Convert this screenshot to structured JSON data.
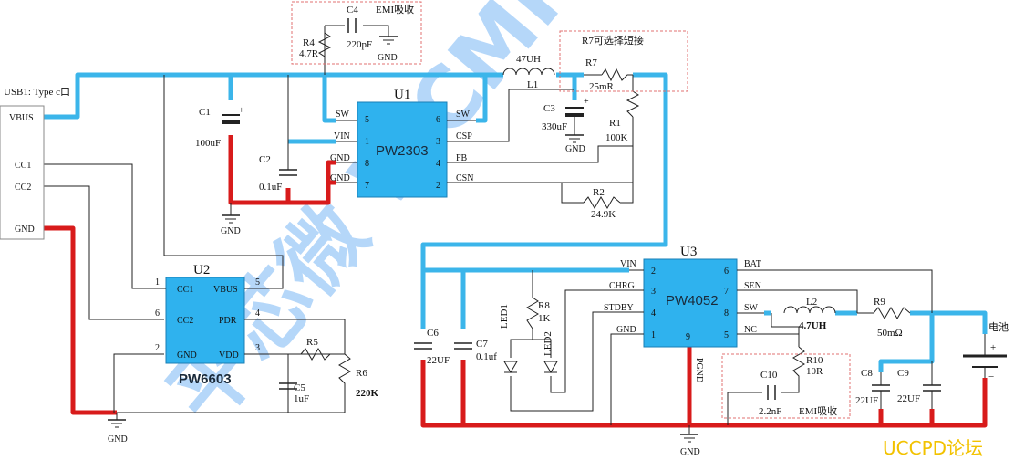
{
  "watermark": {
    "text": "平芯微 WCMP.COM"
  },
  "footer": {
    "forum": "UCCPD论坛"
  },
  "usb": {
    "label": "USB1: Type c口",
    "pins": [
      "VBUS",
      "CC1",
      "CC2",
      "GND"
    ]
  },
  "u1": {
    "ref": "U1",
    "name": "PW2303",
    "pins_left": [
      {
        "n": "5",
        "name": "SW"
      },
      {
        "n": "1",
        "name": "VIN"
      },
      {
        "n": "8",
        "name": "GND"
      },
      {
        "n": "7",
        "name": "GND"
      }
    ],
    "pins_right": [
      {
        "n": "6",
        "name": "SW"
      },
      {
        "n": "3",
        "name": "CSP"
      },
      {
        "n": "4",
        "name": "FB"
      },
      {
        "n": "2",
        "name": "CSN"
      }
    ]
  },
  "u2": {
    "ref": "U2",
    "name": "PW6603",
    "pins_left": [
      {
        "n": "1",
        "name": "CC1"
      },
      {
        "n": "6",
        "name": "CC2"
      },
      {
        "n": "2",
        "name": "GND"
      }
    ],
    "pins_right": [
      {
        "n": "5",
        "name": "VBUS"
      },
      {
        "n": "4",
        "name": "PDR"
      },
      {
        "n": "3",
        "name": "VDD"
      }
    ]
  },
  "u3": {
    "ref": "U3",
    "name": "PW4052",
    "pins_left": [
      {
        "n": "2",
        "name": "VIN"
      },
      {
        "n": "3",
        "name": "CHRG"
      },
      {
        "n": "4",
        "name": "STDBY"
      },
      {
        "n": "1",
        "name": "GND"
      }
    ],
    "pins_right": [
      {
        "n": "6",
        "name": "BAT"
      },
      {
        "n": "7",
        "name": "SEN"
      },
      {
        "n": "8",
        "name": "SW"
      },
      {
        "n": "5",
        "name": "NC"
      }
    ],
    "pin_bottom": {
      "n": "9",
      "name": "PGND"
    }
  },
  "components": {
    "c1": {
      "ref": "C1",
      "value": "100uF"
    },
    "c2": {
      "ref": "C2",
      "value": "0.1uF"
    },
    "c3": {
      "ref": "C3",
      "value": "330uF"
    },
    "c4": {
      "ref": "C4",
      "value": "220pF"
    },
    "c5": {
      "ref": "C5",
      "value": "1uF"
    },
    "c6": {
      "ref": "C6",
      "value": "22UF"
    },
    "c7": {
      "ref": "C7",
      "value": "0.1uf"
    },
    "c8": {
      "ref": "C8",
      "value": "22UF"
    },
    "c9": {
      "ref": "C9",
      "value": "22UF"
    },
    "c10": {
      "ref": "C10",
      "value": "2.2nF"
    },
    "r1": {
      "ref": "R1",
      "value": "100K"
    },
    "r2": {
      "ref": "R2",
      "value": "24.9K"
    },
    "r4": {
      "ref": "R4",
      "value": "4.7R"
    },
    "r5": {
      "ref": "R5",
      "value": ""
    },
    "r6": {
      "ref": "R6",
      "value": "220K"
    },
    "r7": {
      "ref": "R7",
      "value": "25mR"
    },
    "r8": {
      "ref": "R8",
      "value": "1K"
    },
    "r9": {
      "ref": "R9",
      "value": "50mΩ"
    },
    "r10": {
      "ref": "R10",
      "value": "10R"
    },
    "l1": {
      "ref": "L1",
      "value": "47UH"
    },
    "l2": {
      "ref": "L2",
      "value": "4.7UH"
    },
    "led1": {
      "ref": "LED1"
    },
    "led2": {
      "ref": "LED2"
    }
  },
  "notes": {
    "emi_top": "EMI吸收",
    "emi_bottom": "EMI吸收",
    "r7_note": "R7可选择短接",
    "battery": "电池",
    "gnd": "GND",
    "plus": "+",
    "minus": "−"
  },
  "colors": {
    "net_blue": "#3bb5ea",
    "net_red": "#d81b1b",
    "chip_fill": "#2fb2ee",
    "forum_text": "#f2c200"
  }
}
